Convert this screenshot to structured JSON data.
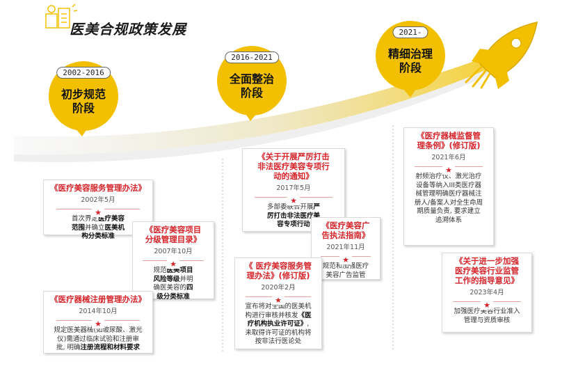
{
  "title": "医美合规政策发展",
  "stages": [
    {
      "period": "2002-2016",
      "phase_lines": [
        "初步规范",
        "阶段"
      ]
    },
    {
      "period": "2016-2021",
      "phase_lines": [
        "全面整治",
        "阶段"
      ]
    },
    {
      "period": "2021-",
      "phase_lines": [
        "精细治理",
        "阶段"
      ]
    }
  ],
  "cards": [
    {
      "title_lines": [
        "《医疗美容服务管理办法》"
      ],
      "date": "2002年5月",
      "body": [
        {
          "t": "首次界定"
        },
        {
          "t": "医疗美容",
          "b": true
        },
        {
          "br": true
        },
        {
          "t": "范围",
          "b": true
        },
        {
          "t": "并确立"
        },
        {
          "t": "医美机",
          "b": true
        },
        {
          "br": true
        },
        {
          "t": "构分类标准",
          "b": true
        }
      ]
    },
    {
      "title_lines": [
        "《医疗美容项目",
        "分级管理目录》"
      ],
      "date": "2007年10月",
      "body": [
        {
          "t": "规范"
        },
        {
          "t": "医美项目",
          "b": true
        },
        {
          "br": true
        },
        {
          "t": "风险等级",
          "b": true
        },
        {
          "t": "并明"
        },
        {
          "br": true
        },
        {
          "t": "确医美容的"
        },
        {
          "t": "四",
          "b": true
        },
        {
          "br": true
        },
        {
          "t": "级分类标准",
          "b": true
        }
      ]
    },
    {
      "title_lines": [
        "《医疗器械注册管理办法》"
      ],
      "date": "2014年10月",
      "body": [
        {
          "t": "规定医美器械(如玻尿酸、激光"
        },
        {
          "br": true
        },
        {
          "t": "仪)需通过临床试验和注册审"
        },
        {
          "br": true
        },
        {
          "t": "批, 明确"
        },
        {
          "t": "注册流程和材料要求",
          "b": true
        }
      ]
    },
    {
      "title_lines": [
        "《关于开展严厉打击",
        "非法医疗美容专项行",
        "动的通知》"
      ],
      "date": "2017年5月",
      "body": [
        {
          "t": "多部委联合开展"
        },
        {
          "t": "严",
          "b": true
        },
        {
          "br": true
        },
        {
          "t": "厉打击非法医疗美",
          "b": true
        },
        {
          "br": true
        },
        {
          "t": "容专项行动",
          "b": true
        }
      ]
    },
    {
      "title_lines": [
        "《医疗美容广",
        "告执法指南》"
      ],
      "date": "2021年11月",
      "body": [
        {
          "t": "规范和加强医疗"
        },
        {
          "br": true
        },
        {
          "t": "美容广告监管"
        }
      ]
    },
    {
      "title_lines": [
        "《 医疗美容服务管",
        "理办法》(修订版)"
      ],
      "date": "2020年2月",
      "body": [
        {
          "t": "宣布将对全国的医美机"
        },
        {
          "br": true
        },
        {
          "t": "构进行审核并核发"
        },
        {
          "t": "《医",
          "b": true
        },
        {
          "br": true
        },
        {
          "t": "疗机构执业许可证》",
          "b": true
        },
        {
          "t": ","
        },
        {
          "br": true
        },
        {
          "t": "未取得许可证的机构将"
        },
        {
          "br": true
        },
        {
          "t": "按非法行医论处"
        }
      ]
    },
    {
      "title_lines": [
        "《医疗器械监督管",
        "理条例》(修订版)"
      ],
      "date": "2021年6月",
      "body": [
        {
          "t": "射频治疗仪、激光治疗"
        },
        {
          "br": true
        },
        {
          "t": "设备等纳入III类医疗器"
        },
        {
          "br": true
        },
        {
          "t": "械管理明确医疗器械注"
        },
        {
          "br": true
        },
        {
          "t": "册人/备案人对全生命周"
        },
        {
          "br": true
        },
        {
          "t": "期质量负责, 要求建立"
        },
        {
          "br": true
        },
        {
          "t": "追溯体系"
        }
      ]
    },
    {
      "title_lines": [
        "《关于进一步加强",
        "医疗美容行业监管",
        "工作的指导意见》"
      ],
      "date": "2023年4月",
      "body": [
        {
          "t": "加强医疗美容行业准入"
        },
        {
          "br": true
        },
        {
          "t": "管理与资质审核"
        }
      ]
    }
  ],
  "star_glyph": "★",
  "colors": {
    "accent": "#f2c000",
    "title_red": "#d6242a"
  },
  "icons": [
    "title-decoration-icon",
    "rocket-icon"
  ]
}
